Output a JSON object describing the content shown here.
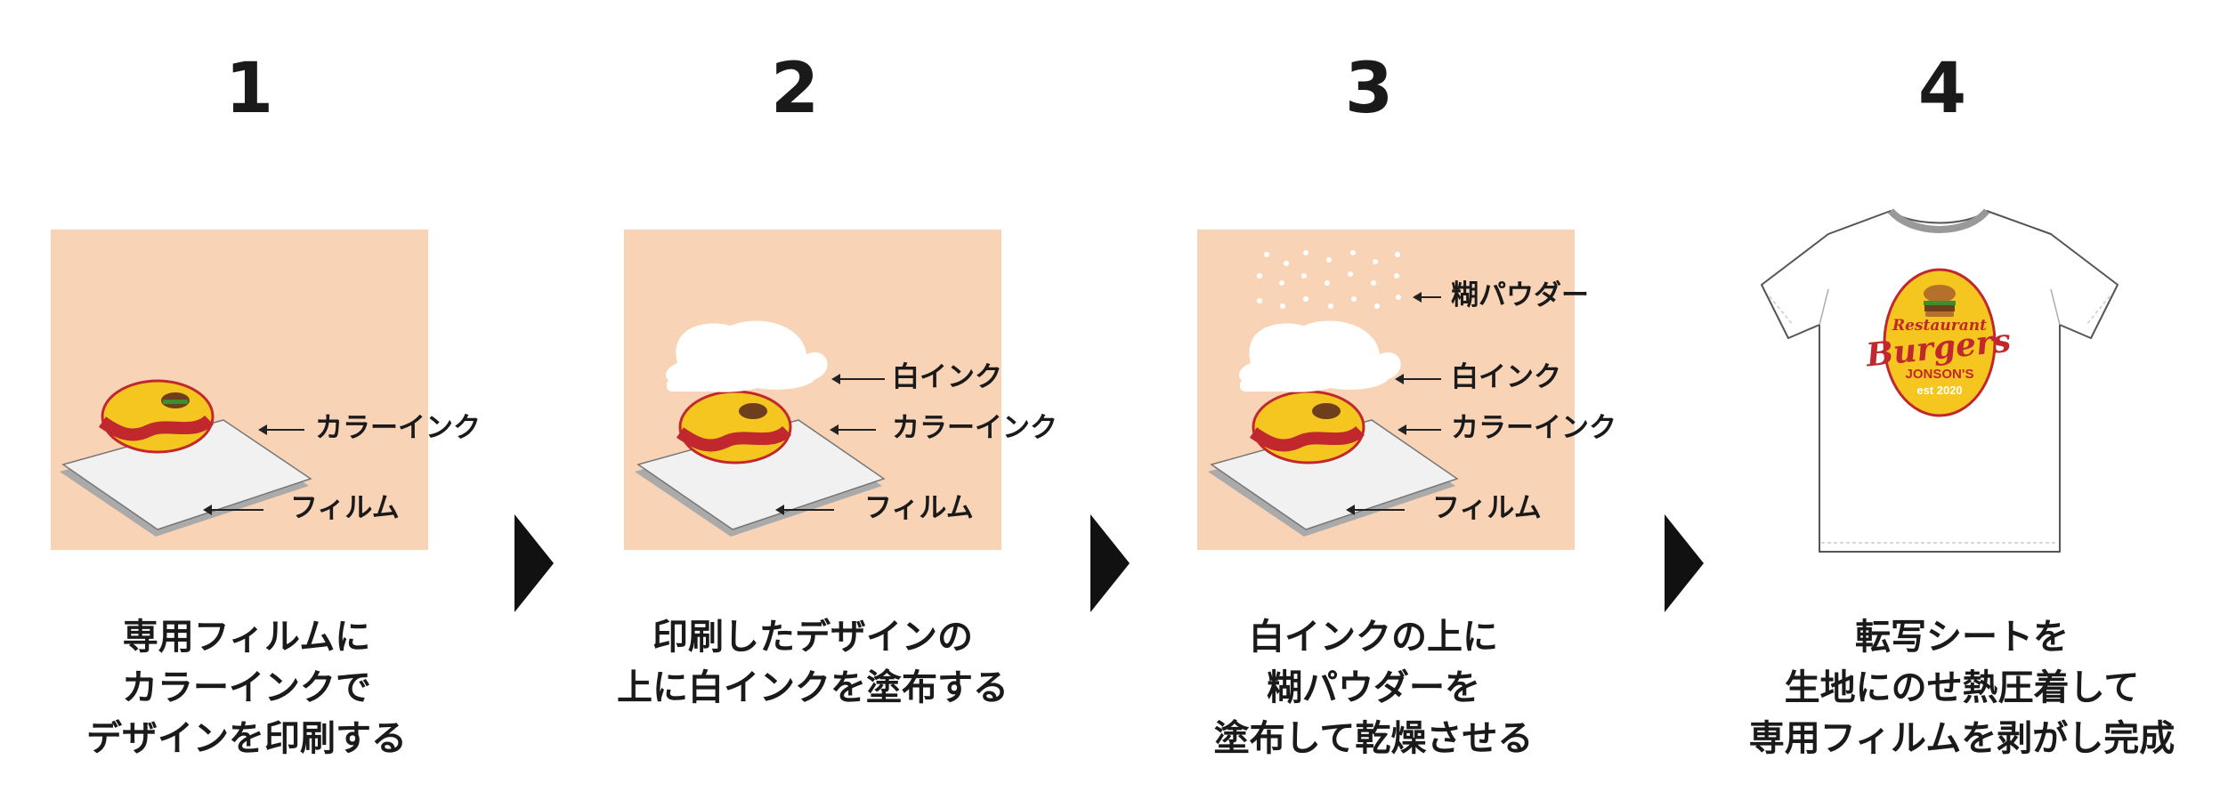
{
  "steps": [
    {
      "number": "1",
      "caption": [
        "専用フィルムに",
        "カラーインクで",
        "デザインを印刷する"
      ],
      "labels": {
        "color_ink": "カラーインク",
        "film": "フィルム"
      }
    },
    {
      "number": "2",
      "caption": [
        "印刷したデザインの",
        "上に白インクを塗布する"
      ],
      "labels": {
        "white_ink": "白インク",
        "color_ink": "カラーインク",
        "film": "フィルム"
      }
    },
    {
      "number": "3",
      "caption": [
        "白インクの上に",
        "糊パウダーを",
        "塗布して乾燥させる"
      ],
      "labels": {
        "powder": "糊パウダー",
        "white_ink": "白インク",
        "color_ink": "カラーインク",
        "film": "フィルム"
      }
    },
    {
      "number": "4",
      "caption": [
        "転写シートを",
        "生地にのせ熱圧着して",
        "専用フィルムを剥がし完成"
      ]
    }
  ],
  "logo": {
    "line1": "Restaurant",
    "line2": "Burgers",
    "line3": "JONSON'S",
    "line4": "est 2020"
  },
  "colors": {
    "panel": "#f9d3b6",
    "logo_yellow": "#f4c61f",
    "logo_red": "#c0282d",
    "arrow": "#111111"
  }
}
